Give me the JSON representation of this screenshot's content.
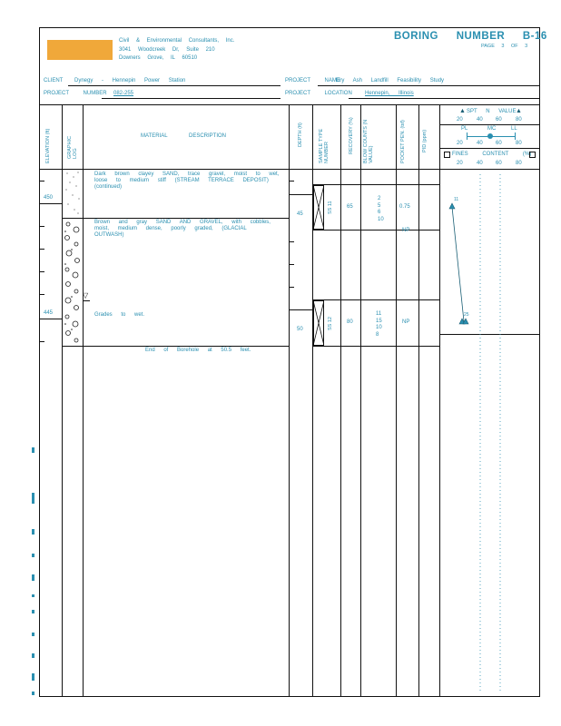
{
  "header": {
    "company_line1": "Civil & Environmental Consultants, Inc.",
    "company_line2": "3041 Woodcreek Dr, Suite 210",
    "company_line3": "Downers Grove, IL 60510",
    "boring_title": "BORING NUMBER B-16",
    "page_label": "PAGE 3 OF 3",
    "logo_color": "#f0a83a"
  },
  "info": {
    "client_label": "CLIENT",
    "client_value": "Dynegy - Hennepin Power Station",
    "project_number_label": "PROJECT NUMBER",
    "project_number_value": "082-255",
    "project_name_label": "PROJECT NAME",
    "project_name_value": "Dry Ash Landfill Feasibility Study",
    "project_location_label": "PROJECT LOCATION",
    "project_location_value": "Hennepin, Illinois"
  },
  "columns": {
    "elevation": "ELEVATION (ft)",
    "graphic_log": "GRAPHIC LOG",
    "material_description": "MATERIAL DESCRIPTION",
    "depth": "DEPTH (ft)",
    "sample_type": "SAMPLE TYPE NUMBER",
    "recovery": "RECOVERY (%)",
    "blow_counts": "BLOW COUNTS (N VALUE)",
    "pocket_pen": "POCKET PEN. (tsf)",
    "pid": "PID (ppm)",
    "spt_label": "SPT N VALUE",
    "spt_ticks": [
      "20",
      "40",
      "60",
      "80"
    ],
    "pl": "PL",
    "mc": "MC",
    "ll": "LL",
    "atterberg_ticks": [
      "20",
      "40",
      "60",
      "80"
    ],
    "fines_label": "FINES CONTENT (%)",
    "fines_ticks": [
      "20",
      "40",
      "60",
      "80"
    ]
  },
  "rows": {
    "desc1": "Dark brown clayey SAND, trace gravel, moist to wet,\nloose to medium stiff (STREAM TERRACE DEPOSIT)\n(continued)",
    "desc2": "Brown and gray SAND AND GRAVEL, with cobbles,\nmoist, medium dense, poorly graded, (GLACIAL\nOUTWASH)",
    "desc3": "Grades to wet.",
    "end_note": "End of Borehole at 50.5 feet.",
    "elev_450": "450",
    "elev_445": "445",
    "depth_45": "45",
    "depth_50": "50",
    "sample1_id": "SS 11",
    "sample2_id": "SS 12",
    "recovery1": "65",
    "recovery2": "80",
    "blows1": "2\n5\n6\n10",
    "blows2": "11\n15\n10\n8",
    "pp1": "0.75",
    "np1": "NP",
    "np2": "NP",
    "spt_val1": "11",
    "spt_val2": "25"
  }
}
